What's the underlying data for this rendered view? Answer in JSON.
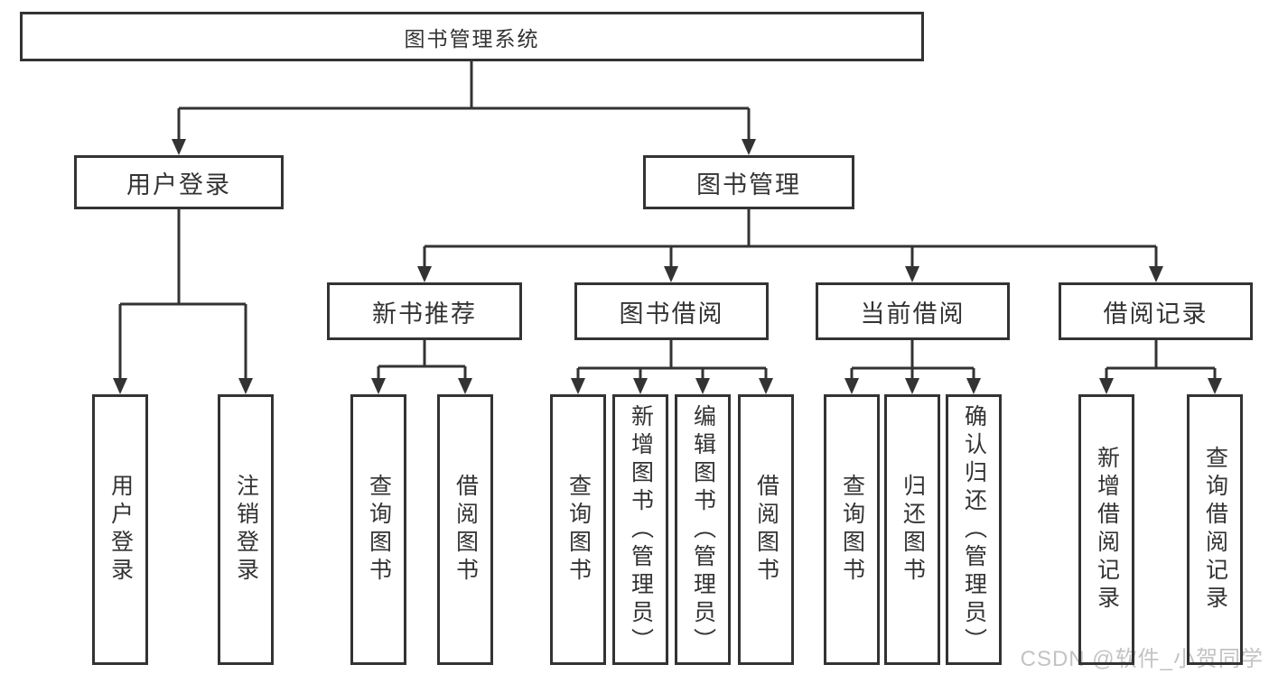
{
  "diagram": {
    "root": {
      "label": "图书管理系统"
    },
    "level2": [
      {
        "label": "用户登录"
      },
      {
        "label": "图书管理"
      }
    ],
    "level3": [
      {
        "label": "新书推荐"
      },
      {
        "label": "图书借阅"
      },
      {
        "label": "当前借阅"
      },
      {
        "label": "借阅记录"
      }
    ],
    "leaves": {
      "user_login": [
        "用户登录",
        "注销登录"
      ],
      "new_books": [
        "查询图书",
        "借阅图书"
      ],
      "book_borrow": [
        "查询图书",
        "新增图书（管理员）",
        "编辑图书（管理员）",
        "借阅图书"
      ],
      "current_borrow": [
        "查询图书",
        "归还图书",
        "确认归还（管理员）"
      ],
      "borrow_records": [
        "新增借阅记录",
        "查询借阅记录"
      ]
    }
  },
  "watermark": "CSDN @软件_小贺同学",
  "colors": {
    "line": "#333333",
    "border": "#333333",
    "text": "#333333",
    "watermark": "#c3c3c3",
    "background": "#ffffff"
  }
}
